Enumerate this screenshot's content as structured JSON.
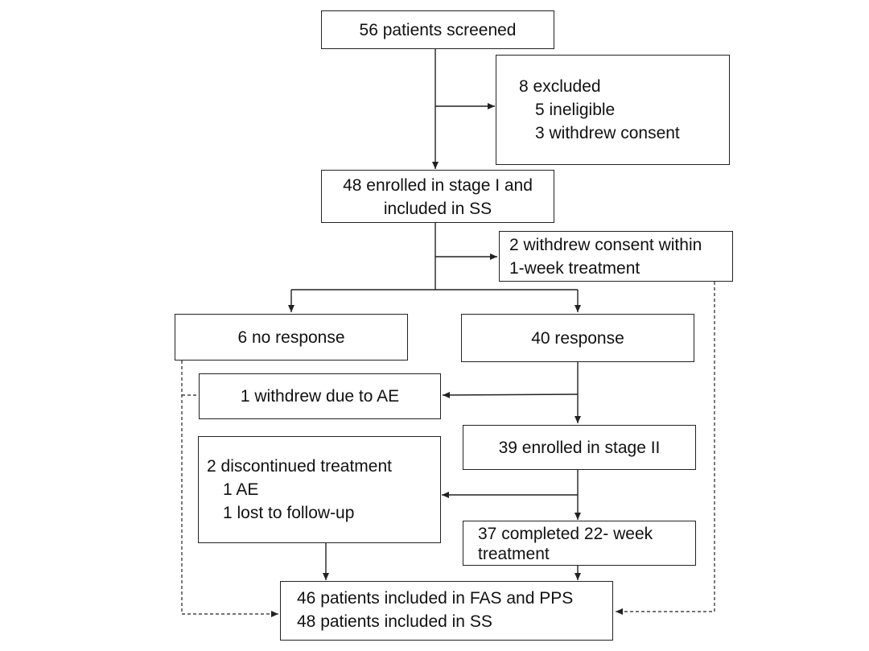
{
  "flowchart": {
    "screened": "56 patients screened",
    "excluded": {
      "title": "8 excluded",
      "items": [
        "5 ineligible",
        "3 withdrew consent"
      ]
    },
    "enrolled_stage1": [
      "48 enrolled in stage I and",
      "included in SS"
    ],
    "withdrew_week1": [
      "2 withdrew consent within",
      "1-week treatment"
    ],
    "no_response": "6 no response",
    "response": "40 response",
    "withdrew_ae": "1 withdrew due to AE",
    "enrolled_stage2": "39 enrolled in stage II",
    "discontinued": {
      "title": "2 discontinued treatment",
      "items": [
        "1 AE",
        "1 lost to follow-up"
      ]
    },
    "completed": [
      "37 completed 22- week",
      "treatment"
    ],
    "final": [
      "46 patients included in FAS and PPS",
      "48 patients included in SS"
    ]
  }
}
